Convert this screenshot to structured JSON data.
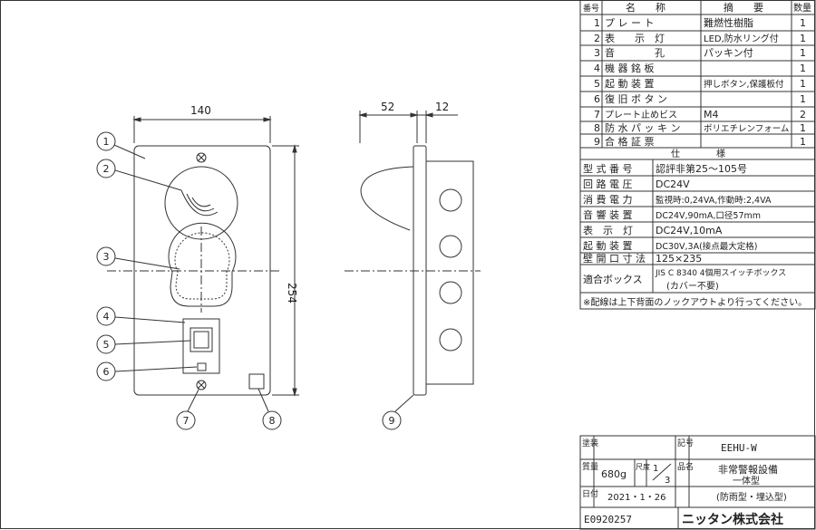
{
  "dims": {
    "width": "140",
    "height": "254",
    "depth_front": "52",
    "depth_back": "12"
  },
  "callouts": [
    "1",
    "2",
    "3",
    "4",
    "5",
    "6",
    "7",
    "8",
    "9"
  ],
  "parts_table": {
    "headers": {
      "no": "番号",
      "name": "名　　称",
      "summary": "摘　　要",
      "qty": "数量"
    },
    "rows": [
      {
        "no": "1",
        "name": "プ レ ー ト",
        "summary": "難燃性樹脂",
        "qty": "1"
      },
      {
        "no": "2",
        "name": "表　　示　灯",
        "summary": "LED,防水リング付",
        "qty": "1"
      },
      {
        "no": "3",
        "name": "音　　　　孔",
        "summary": "パッキン付",
        "qty": "1"
      },
      {
        "no": "4",
        "name": "機 器 銘 板",
        "summary": "",
        "qty": "1"
      },
      {
        "no": "5",
        "name": "起 動 装 置",
        "summary": "押しボタン,保護板付",
        "qty": "1"
      },
      {
        "no": "6",
        "name": "復 旧 ボ タ ン",
        "summary": "",
        "qty": "1"
      },
      {
        "no": "7",
        "name": "プレート止めビス",
        "summary": "M4",
        "qty": "2"
      },
      {
        "no": "8",
        "name": "防 水 パ ッ キ ン",
        "summary": "ポリエチレンフォーム",
        "qty": "1"
      },
      {
        "no": "9",
        "name": "合 格 証 票",
        "summary": "",
        "qty": "1"
      }
    ]
  },
  "spec_table": {
    "header": "仕　　　　様",
    "rows": [
      {
        "label": "型 式 番 号",
        "value": "認評非第25～105号"
      },
      {
        "label": "回 路 電 圧",
        "value": "DC24V"
      },
      {
        "label": "消 費 電 力",
        "value": "監視時:0,24VA,作動時:2,4VA"
      },
      {
        "label": "音 響 装 置",
        "value": "DC24V,90mA,口径57mm"
      },
      {
        "label": "表　示　灯",
        "value": "DC24V,10mA"
      },
      {
        "label": "起 動 装 置",
        "value": "DC30V,3A(接点最大定格)"
      },
      {
        "label": "壁 開 口 寸 法",
        "value": "125×235"
      },
      {
        "label": "適合ボックス",
        "value": "JIS C 8340 4個用スイッチボックス",
        "value2": "(カバー不要)"
      }
    ],
    "note": "※配線は上下背面のノックアウトより行ってください。"
  },
  "title_block": {
    "label_paint": "塗装",
    "label_mass": "質量",
    "label_scale": "尺度",
    "label_record": "記号",
    "label_product": "品名",
    "label_date": "日付",
    "mass": "680g",
    "scale_num": "1",
    "scale_den": "3",
    "model": "EEHU-W",
    "product_line1": "非常警報設備",
    "product_line2": "一体型",
    "product_line3": "(防雨型・埋込型)",
    "date": "2021・1・26",
    "drawing_no": "E0920257",
    "company": "ニッタン株式会社"
  }
}
